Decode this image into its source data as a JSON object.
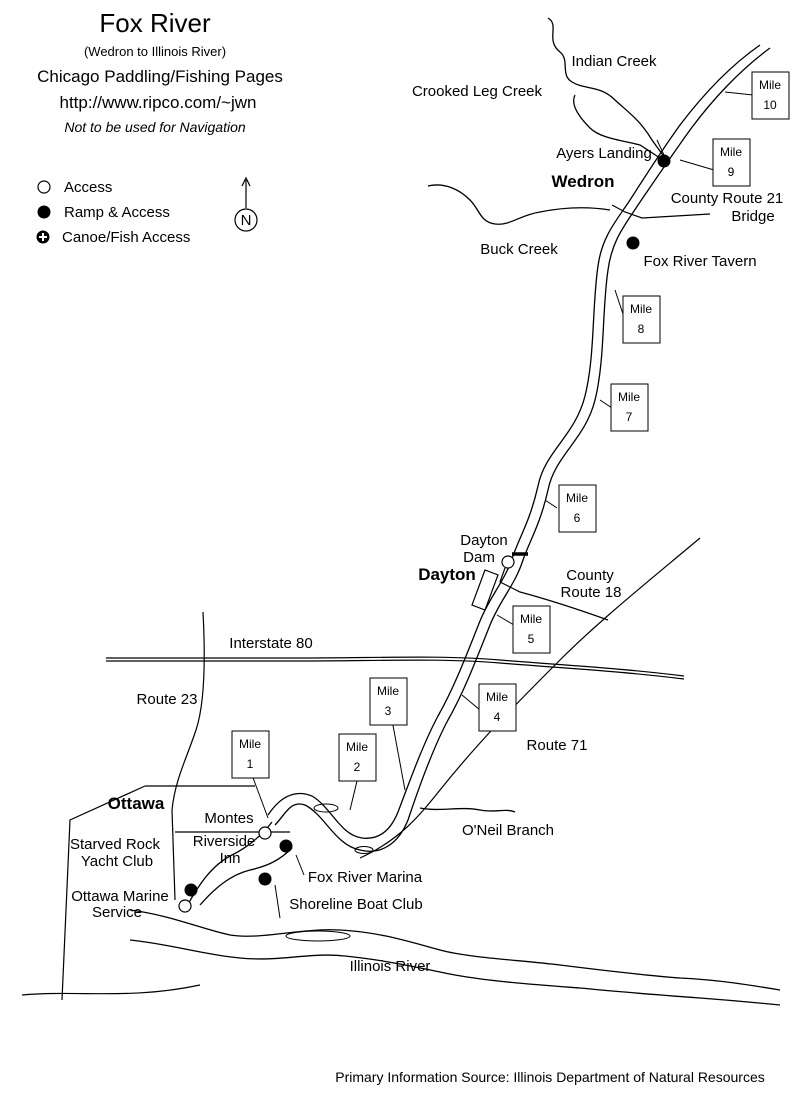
{
  "header": {
    "title": "Fox River",
    "subtitle": "(Wedron to Illinois River)",
    "publisher": "Chicago Paddling/Fishing Pages",
    "url": "http://www.ripco.com/~jwn",
    "disclaimer": "Not to be used for Navigation"
  },
  "legend": {
    "access": "Access",
    "ramp": "Ramp & Access",
    "canoe": "Canoe/Fish Access"
  },
  "compass": {
    "letter": "N"
  },
  "towns": {
    "wedron": "Wedron",
    "dayton": "Dayton",
    "ottawa": "Ottawa"
  },
  "creeks": {
    "indian": "Indian Creek",
    "crooked_leg": "Crooked Leg Creek",
    "buck": "Buck Creek",
    "oneil": "O'Neil Branch",
    "illinois": "Illinois River"
  },
  "roads": {
    "cr21_a": "County Route 21",
    "cr21_b": "Bridge",
    "cr18_a": "County",
    "cr18_b": "Route 18",
    "i80": "Interstate 80",
    "r23": "Route 23",
    "r71": "Route 71"
  },
  "sites": {
    "ayers": "Ayers Landing",
    "tavern": "Fox River Tavern",
    "dam_a": "Dayton",
    "dam_b": "Dam",
    "montes": "Montes",
    "riverside_a": "Riverside",
    "riverside_b": "Inn",
    "marina": "Fox River Marina",
    "shoreline": "Shoreline Boat Club",
    "starved_a": "Starved Rock",
    "starved_b": "Yacht Club",
    "omarine_a": "Ottawa Marine",
    "omarine_b": "Service"
  },
  "miles": {
    "word": "Mile",
    "m1": "1",
    "m2": "2",
    "m3": "3",
    "m4": "4",
    "m5": "5",
    "m6": "6",
    "m7": "7",
    "m8": "8",
    "m9": "9",
    "m10": "10"
  },
  "footer": {
    "source": "Primary Information Source: Illinois Department of Natural Resources"
  }
}
